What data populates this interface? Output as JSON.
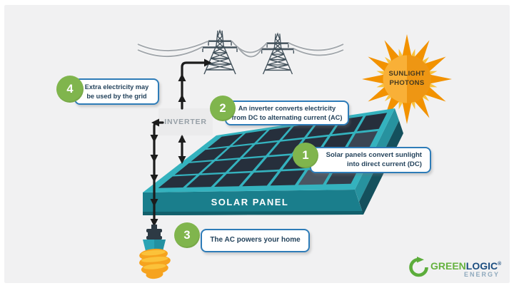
{
  "steps": [
    {
      "num": "1",
      "lines": [
        "Solar panels convert sunlight",
        "into direct current (DC)"
      ]
    },
    {
      "num": "2",
      "lines": [
        "An inverter converts electricity",
        "from DC to alternating current (AC)"
      ]
    },
    {
      "num": "3",
      "lines": [
        "The AC powers your home"
      ]
    },
    {
      "num": "4",
      "lines": [
        "Extra electricity may",
        "be used by the grid"
      ]
    }
  ],
  "labels": {
    "inverter": "INVERTER",
    "solar_panel": "SOLAR PANEL"
  },
  "sun": {
    "line1": "SUNLIGHT",
    "line2": "PHOTONS"
  },
  "logo": {
    "green": "GREEN",
    "logic": "LOGIC",
    "reg": "®",
    "energy": "ENERGY"
  },
  "colors": {
    "background": "#f1f1f2",
    "callout_border": "#2e7cb8",
    "callout_text": "#24435c",
    "step_green": "#80b54d",
    "panel_top_teal": "#34b2be",
    "panel_cell_navy": "#262f3c",
    "panel_front_teal": "#1a7e8c",
    "panel_side_dark": "#17505c",
    "sun_ray_orange": "#f29200",
    "sun_ray_light": "#f9c23d",
    "arrow_black": "#1c1c1c",
    "pylon_gray": "#41505a",
    "wire_gray": "#a3a8ad",
    "bulb_orange": "#f6a31f",
    "bulb_yellow": "#fbc23a"
  }
}
